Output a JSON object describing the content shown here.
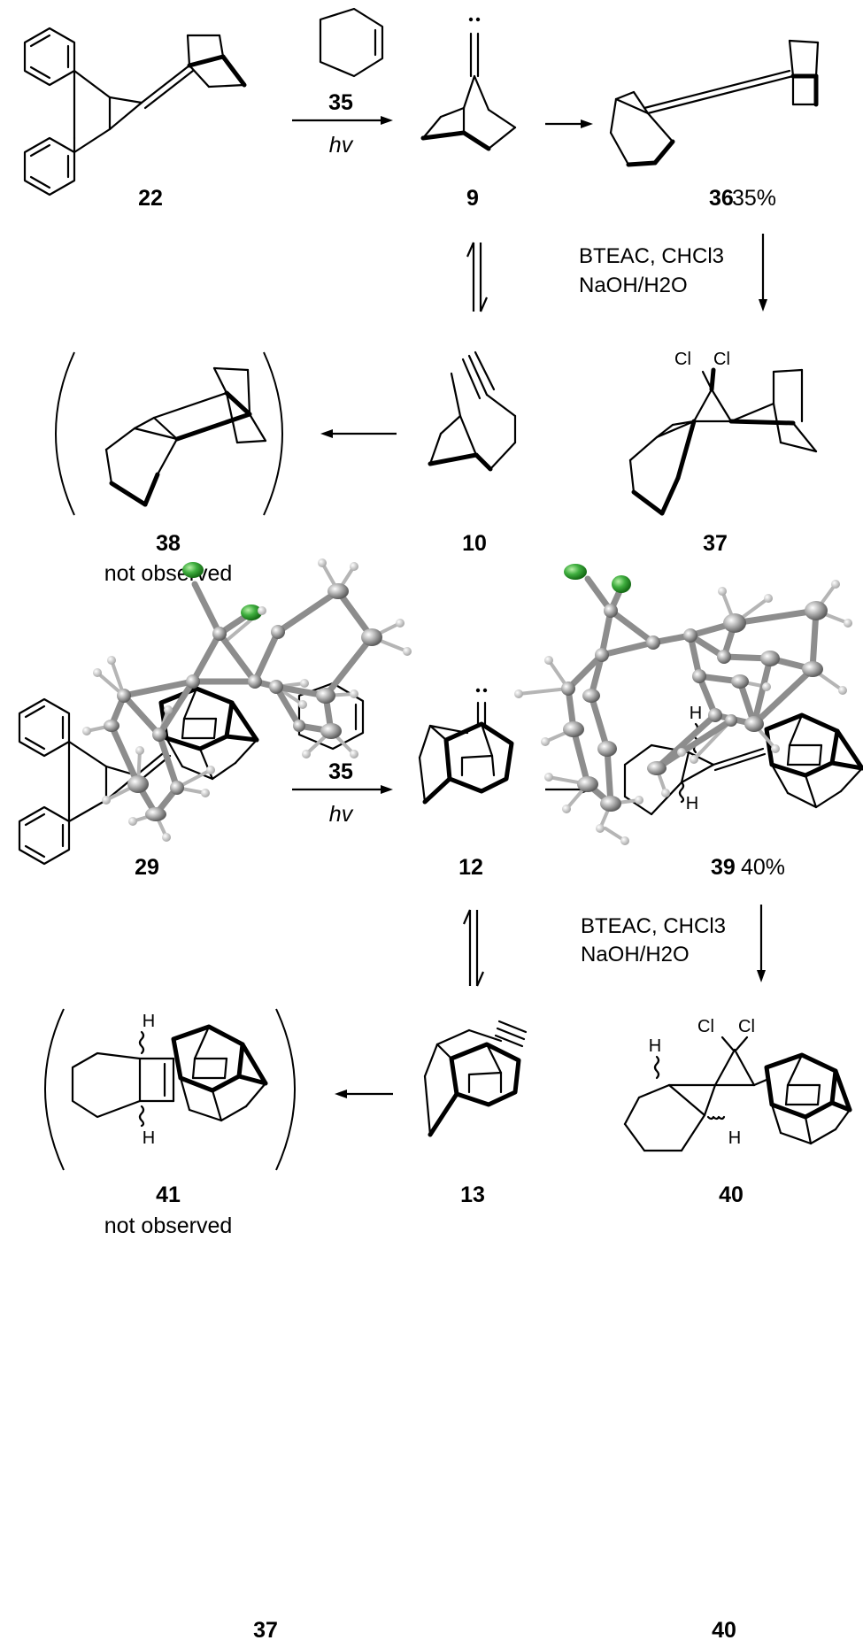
{
  "reaction1": {
    "reactant": "22",
    "reagent": "35",
    "condition": "hv",
    "carbene": "9",
    "adduct": "36",
    "adduct_yield": "35%",
    "dichloro_conditions_line1": "BTEAC, CHCl3",
    "dichloro_conditions_line2": "NaOH/H2O",
    "dichloro_product": "37",
    "alkyne": "10",
    "cycloadduct": "38",
    "cycloadduct_note": "not observed"
  },
  "reaction2": {
    "reactant": "29",
    "reagent": "35",
    "condition": "hv",
    "carbene": "12",
    "adduct": "39",
    "adduct_yield": "40%",
    "dichloro_conditions_line1": "BTEAC, CHCl3",
    "dichloro_conditions_line2": "NaOH/H2O",
    "dichloro_product": "40",
    "alkyne": "13",
    "cycloadduct": "41",
    "cycloadduct_note": "not observed"
  },
  "atoms": {
    "chlorine": "Cl",
    "hydrogen": "H"
  },
  "crystal_structures": {
    "left_label": "37",
    "right_label": "40"
  },
  "colors": {
    "chlorine": "#2e9e2e",
    "carbon": "#9a9a9a",
    "hydrogen": "#d6d6d6",
    "bond": "#000000"
  }
}
